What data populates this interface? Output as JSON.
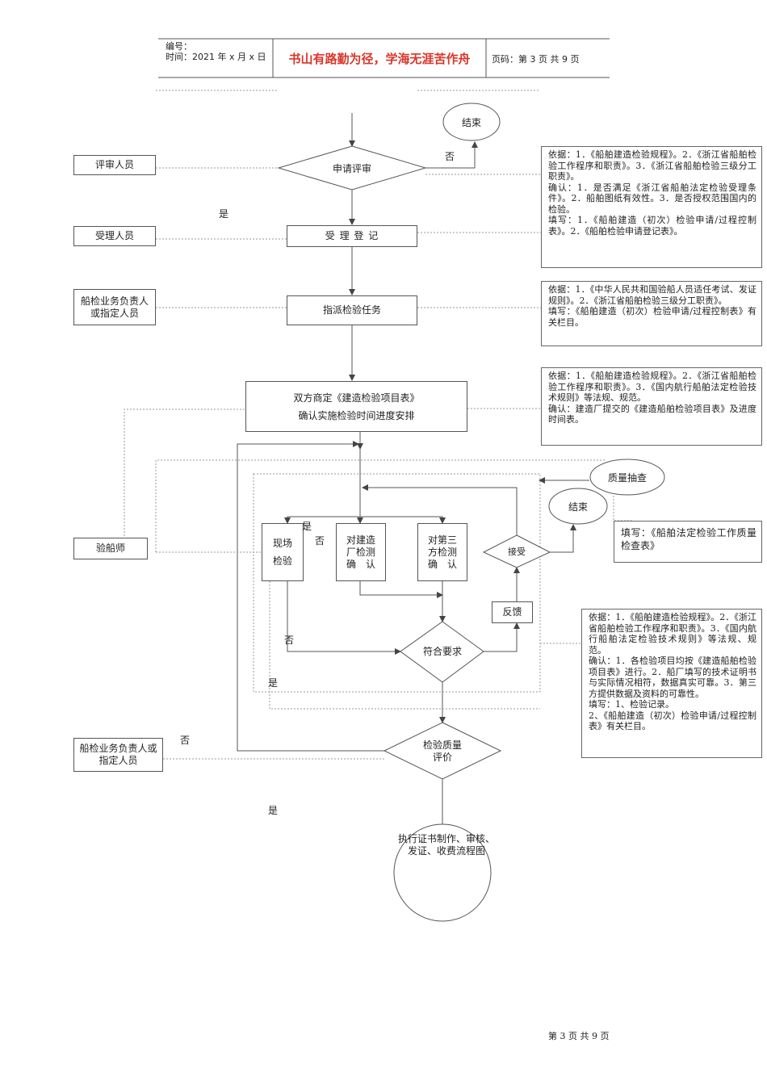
{
  "header": {
    "code_label": "编号：",
    "date_label": "时间：2021 年 x 月 x 日",
    "motto": "书山有路勤为径，学海无涯苦作舟",
    "page_label": "页码：第 3 页  共 9 页"
  },
  "footer": {
    "page": "第 3 页 共 9 页"
  },
  "colors": {
    "motto": "#d9362b",
    "line": "#555555"
  },
  "roles": {
    "reviewer": "评审人员",
    "acceptor": "受理人员",
    "business_head": "船检业务负责人或指定人员",
    "surveyor": "验船师",
    "business_head2": "船检业务负责人或指定人员"
  },
  "nodes": {
    "end1": "结束",
    "apply_review": "申请评审",
    "register": "受 理 登 记",
    "assign": "指派检验任务",
    "negotiate_line1": "双方商定《建造检验项目表》",
    "negotiate_line2": "确认实施检验时间进度安排",
    "quality_check": "质量抽查",
    "end2": "结束",
    "site_line1": "现场",
    "site_line2": "检验",
    "yard_confirm": "对建造厂检测确　认",
    "third_confirm": "对第三方检测确　认",
    "accept": "接受",
    "feedback": "反馈",
    "meets": "符合要求",
    "quality_eval": "检验质量评价",
    "cert_process": "执行证书制作、审核、发证、收费流程图"
  },
  "flow_labels": {
    "no_review": "否",
    "yes_review": "是",
    "yes_site": "是",
    "no_site": "否",
    "no_meets": "否",
    "yes_meets": "是",
    "no_eval": "否",
    "yes_eval": "是"
  },
  "notes": {
    "note1": [
      "依据：1．《船舶建造检验规程》。2．《浙江省船舶检验工作程序和职责》。3．《浙江省船舶检验三级分工职责》。",
      "确认：1．是否满足《浙江省船舶法定检验受理条件》。2．船舶图纸有效性。3．是否授权范围国内的检验。",
      "填写：1．《船舶建造（初次）检验申请/过程控制表》。2．《船舶检验申请登记表》。"
    ],
    "note2": [
      "依据：1．《中华人民共和国验船人员适任考试、发证规则》。2．《浙江省船舶检验三级分工职责》。",
      "填写：《船舶建造（初次）检验申请/过程控制表》有关栏目。"
    ],
    "note3": [
      "依据：1．《船舶建造检验规程》。2．《浙江省船舶检验工作程序和职责》。3．《国内航行船舶法定检验技术规则》等法规、规范。",
      "确认：建造厂提交的《建造船舶检验项目表》及进度时间表。"
    ],
    "note4": [
      "填写：《船舶法定检验工作质量检查表》"
    ],
    "note5": [
      "依据：1．《船舶建造检验规程》。2．《浙江省船舶检验工作程序和职责》。3．《国内航行船舶法定检验技术规则》等法规、规范。",
      "确认：1．各检验项目均按《建造船舶检验项目表》进行。2．船厂填写的技术证明书与实际情况相符，数据真实可靠。3．第三方提供数据及资料的可靠性。",
      "填写：1、检验记录。",
      "2、《船舶建造（初次）检验申请/过程控制表》有关栏目。"
    ]
  }
}
